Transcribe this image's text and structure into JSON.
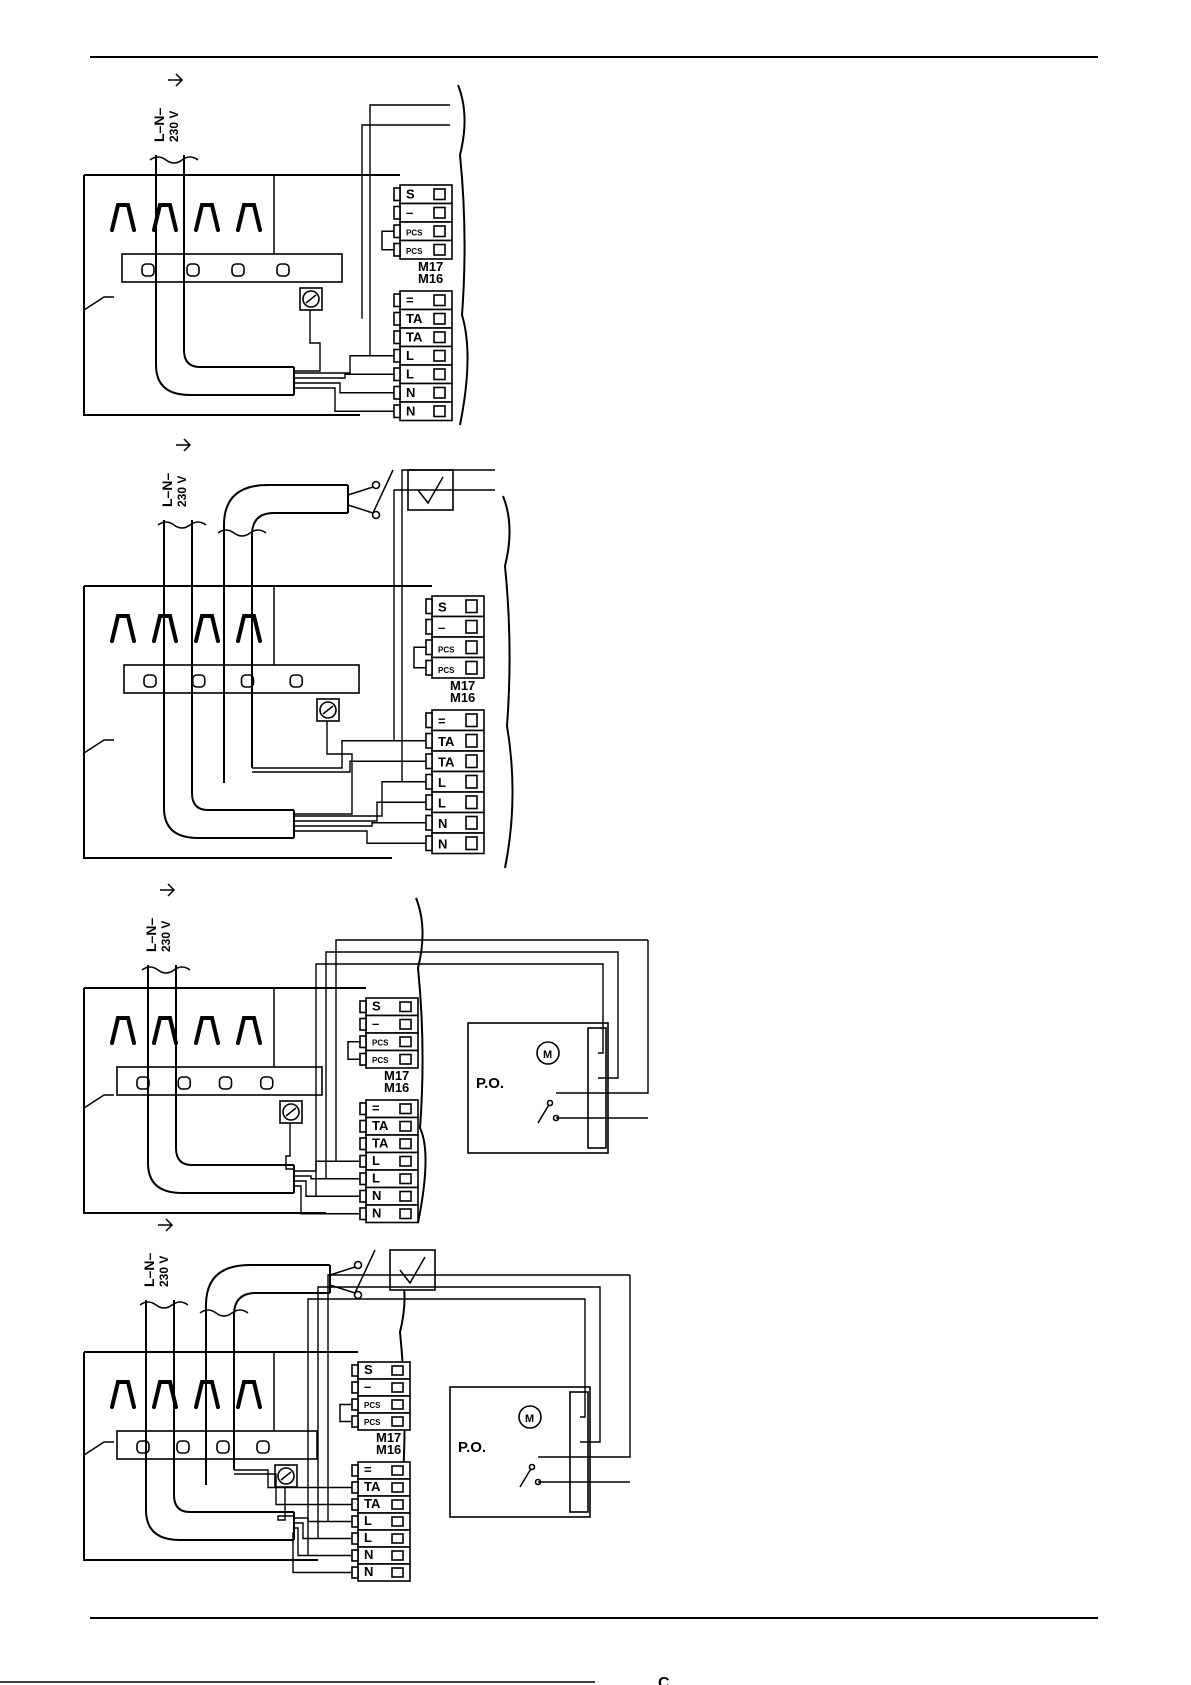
{
  "page": {
    "footer_fragment": "C"
  },
  "supply_label": {
    "phase": "L–N–",
    "voltage": "230 V"
  },
  "terminals": {
    "upper": [
      "S",
      "–",
      "PCS",
      "PCS"
    ],
    "module_codes": [
      "M17",
      "M16"
    ],
    "lower": [
      "=",
      "TA",
      "TA",
      "L",
      "L",
      "N",
      "N"
    ]
  },
  "external": {
    "panel_label": "P.O.",
    "motor_symbol": "M"
  },
  "diagrams": [
    {
      "id": "fig-1",
      "has_thermostat": false,
      "has_panel": false
    },
    {
      "id": "fig-2",
      "has_thermostat": true,
      "has_panel": false
    },
    {
      "id": "fig-3",
      "has_thermostat": false,
      "has_panel": true
    },
    {
      "id": "fig-4",
      "has_thermostat": true,
      "has_panel": true
    }
  ]
}
